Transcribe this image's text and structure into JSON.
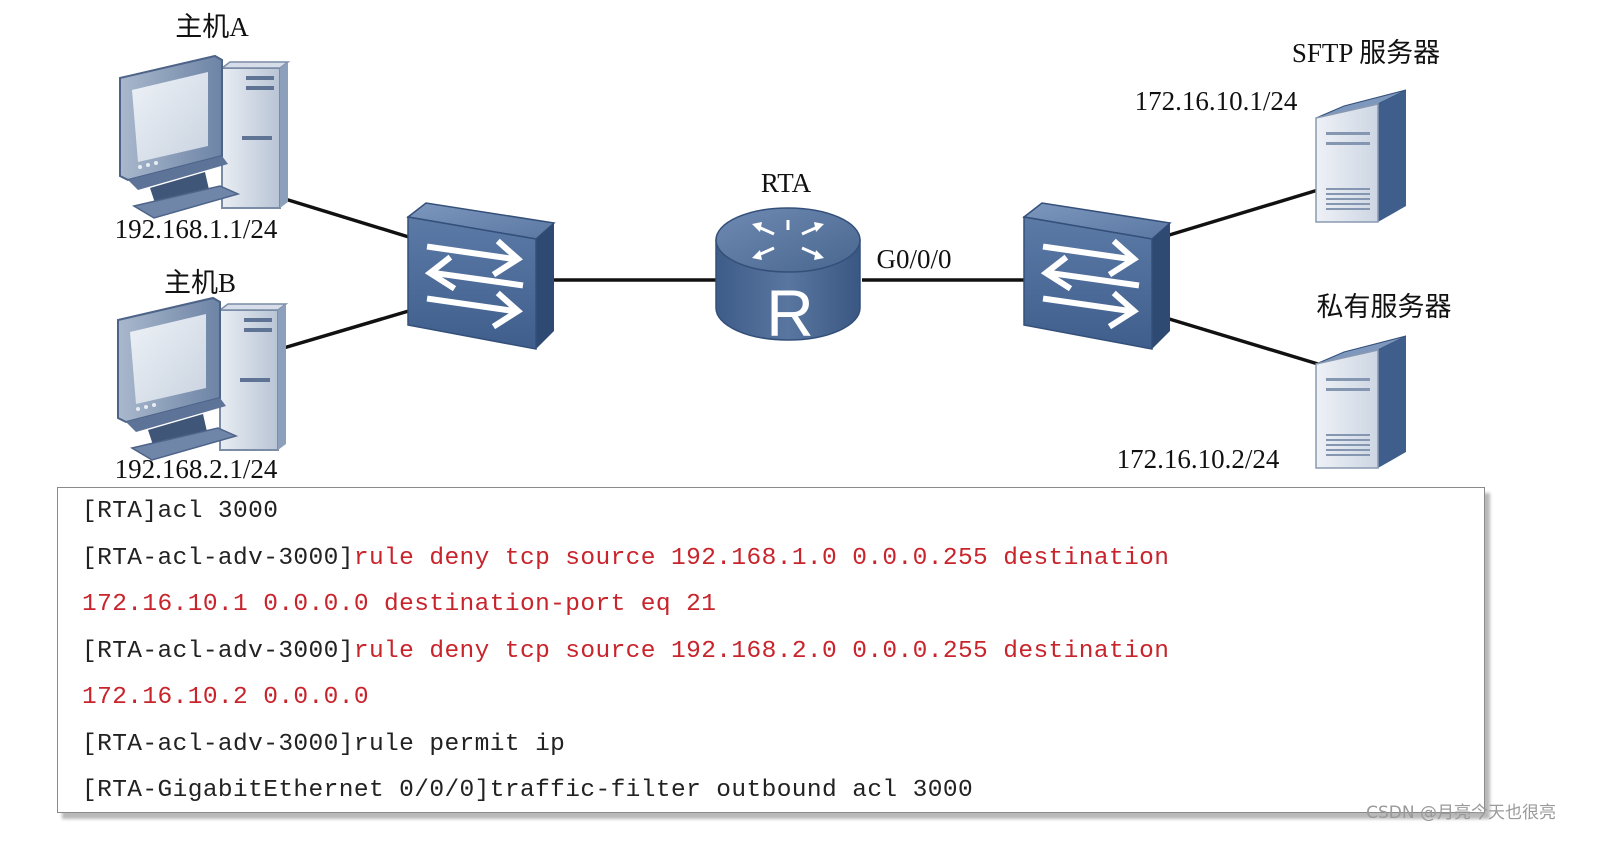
{
  "hosts": [
    {
      "name": "主机A",
      "ip": "192.168.1.1/24"
    },
    {
      "name": "主机B",
      "ip": "192.168.2.1/24"
    }
  ],
  "router": {
    "name": "RTA",
    "interface": "G0/0/0",
    "symbol": "R"
  },
  "servers": [
    {
      "name": "SFTP 服务器",
      "ip": "172.16.10.1/24"
    },
    {
      "name": "私有服务器",
      "ip": "172.16.10.2/24"
    }
  ],
  "config": {
    "line1": "[RTA]acl 3000",
    "line2_prefix": "[RTA-acl-adv-3000]",
    "line2_rule": "rule deny tcp source 192.168.1.0 0.0.0.255 destination",
    "line3": "172.16.10.1 0.0.0.0 destination-port eq 21",
    "line4_prefix": "[RTA-acl-adv-3000]",
    "line4_rule": "rule deny tcp source 192.168.2.0 0.0.0.255 destination",
    "line5": "172.16.10.2 0.0.0.0",
    "line6": "[RTA-acl-adv-3000]rule permit ip",
    "line7": "[RTA-GigabitEthernet 0/0/0]traffic-filter outbound acl 3000"
  },
  "watermark": "CSDN @月亮今天也很亮",
  "colors": {
    "device_blue": "#4a6a96",
    "highlight_red": "#c8242c"
  }
}
